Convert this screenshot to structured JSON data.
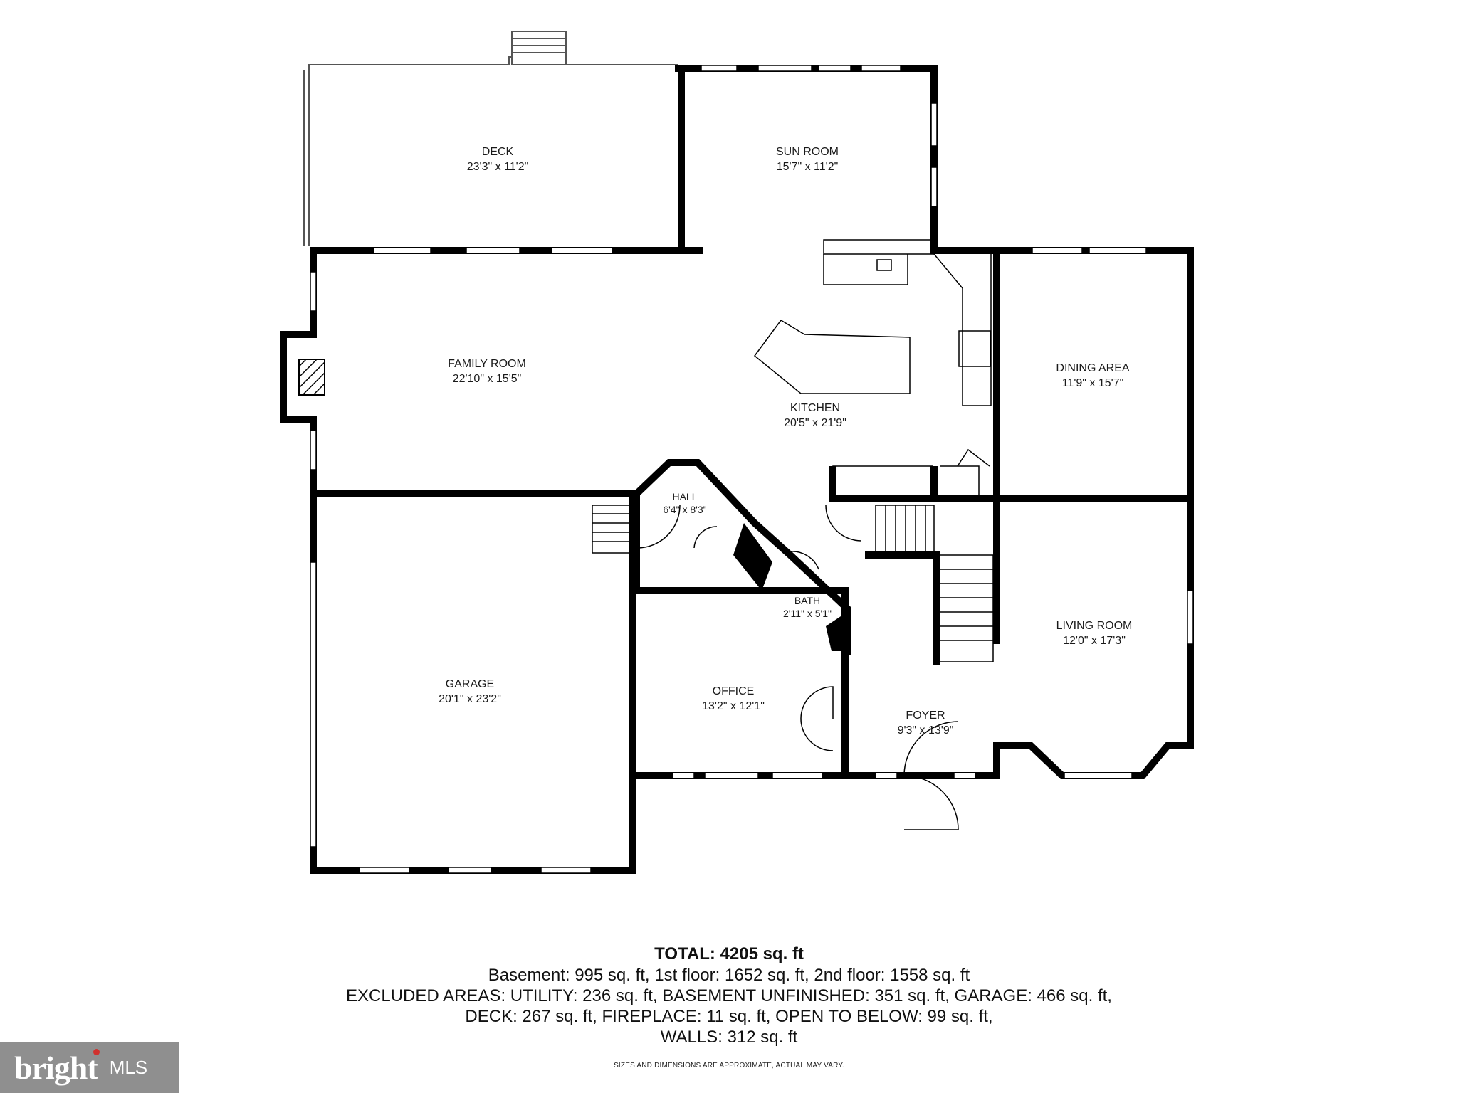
{
  "rooms": {
    "deck": {
      "name": "DECK",
      "dims": "23'3\" x 11'2\""
    },
    "sun_room": {
      "name": "SUN ROOM",
      "dims": "15'7\" x 11'2\""
    },
    "family_room": {
      "name": "FAMILY ROOM",
      "dims": "22'10\" x 15'5\""
    },
    "kitchen": {
      "name": "KITCHEN",
      "dims": "20'5\" x 21'9\""
    },
    "dining_area": {
      "name": "DINING AREA",
      "dims": "11'9\" x 15'7\""
    },
    "hall": {
      "name": "HALL",
      "dims": "6'4\" x 8'3\""
    },
    "bath": {
      "name": "BATH",
      "dims": "2'11\" x 5'1\""
    },
    "garage": {
      "name": "GARAGE",
      "dims": "20'1\" x 23'2\""
    },
    "office": {
      "name": "OFFICE",
      "dims": "13'2\" x 12'1\""
    },
    "foyer": {
      "name": "FOYER",
      "dims": "9'3\" x 13'9\""
    },
    "living_room": {
      "name": "LIVING ROOM",
      "dims": "12'0\" x 17'3\""
    }
  },
  "summary": {
    "total": "TOTAL: 4205 sq. ft",
    "line1": "Basement: 995 sq. ft, 1st floor: 1652 sq. ft, 2nd floor: 1558 sq. ft",
    "line2": "EXCLUDED AREAS: UTILITY: 236 sq. ft, BASEMENT UNFINISHED: 351 sq. ft, GARAGE: 466 sq. ft,",
    "line3": "DECK: 267 sq. ft, FIREPLACE: 11 sq. ft, OPEN TO BELOW: 99 sq. ft,",
    "line4": "WALLS: 312 sq. ft"
  },
  "disclaimer": "SIZES AND DIMENSIONS ARE APPROXIMATE, ACTUAL MAY VARY.",
  "logo": {
    "brand": "bright",
    "suffix": "MLS"
  },
  "colors": {
    "wall": "#000000",
    "logo_bg": "#8f8f8f",
    "logo_dot": "#d0312d"
  }
}
